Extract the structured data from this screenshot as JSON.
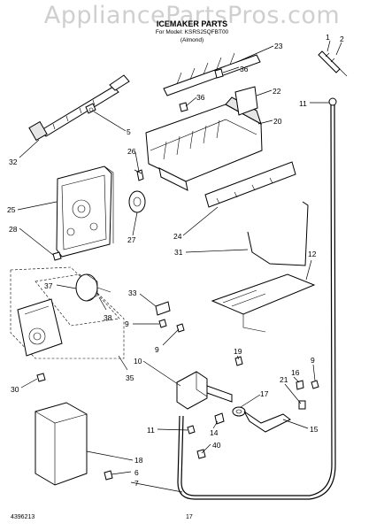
{
  "watermark": "AppliancePartsPros.com",
  "header": {
    "title": "ICEMAKER PARTS",
    "model": "For Model: KSRS25QFBT00",
    "color": "(Almond)"
  },
  "footer": {
    "doc_number": "4396213",
    "page_number": "17"
  },
  "callouts": [
    "1",
    "2",
    "11",
    "23",
    "36",
    "36",
    "22",
    "20",
    "5",
    "32",
    "26",
    "25",
    "27",
    "24",
    "28",
    "31",
    "12",
    "37",
    "38",
    "33",
    "9",
    "9",
    "9",
    "35",
    "10",
    "19",
    "16",
    "21",
    "17",
    "30",
    "11",
    "14",
    "40",
    "15",
    "18",
    "6",
    "7"
  ]
}
